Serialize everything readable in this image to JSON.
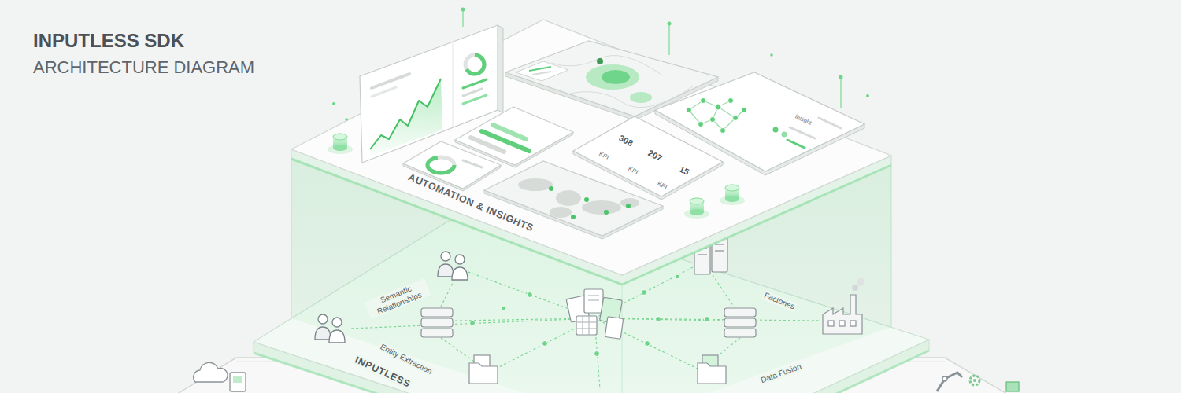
{
  "diagram": {
    "title": "INPUTLESS SDK",
    "nodes": [
      {
        "text": [
          "AUTOMATION & INSIGHTS"
        ]
      },
      {
        "text": [
          "308",
          "KPI",
          "207",
          "KPI",
          "15",
          "KPI"
        ],
        "in": 0
      },
      {
        "text": [
          "Insight"
        ],
        "in": 0
      },
      {
        "text": [
          "Semantic Relationships",
          "Entity Extraction",
          "INPUTLESS",
          "Factories",
          "Data Fusion"
        ]
      }
    ],
    "labels": [
      "ARCHITECTURE DIAGRAM"
    ]
  }
}
